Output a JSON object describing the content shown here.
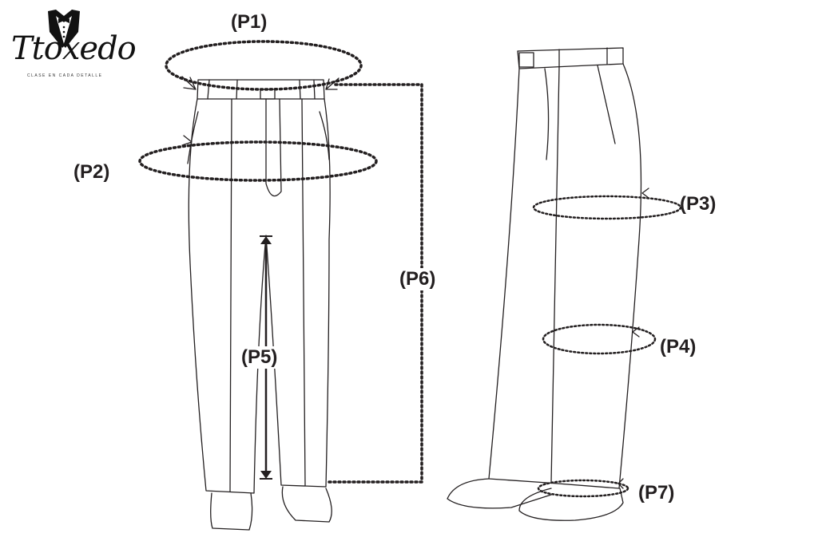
{
  "logo": {
    "name": "Ttoxedo",
    "tagline": "CLASE EN CADA DETALLE"
  },
  "labels": {
    "p1": "(P1)",
    "p2": "(P2)",
    "p3": "(P3)",
    "p4": "(P4)",
    "p5": "(P5)",
    "p6": "(P6)",
    "p7": "(P7)"
  },
  "colors": {
    "line": "#231f20",
    "background": "#ffffff"
  }
}
